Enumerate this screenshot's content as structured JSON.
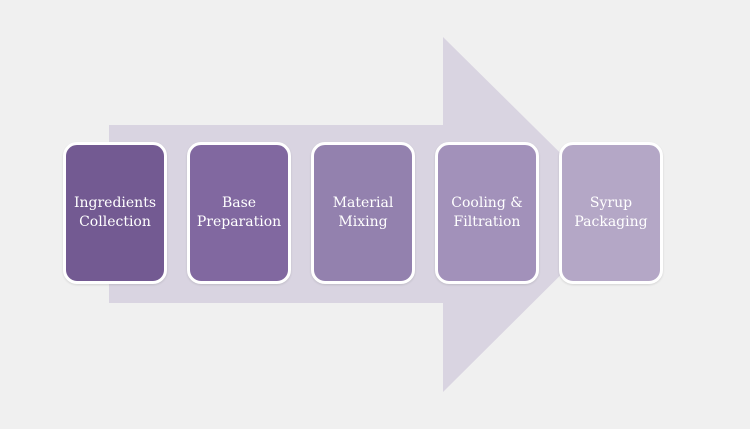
{
  "colors": {
    "background": "#f0f0f0",
    "arrow": "#d9d4e1",
    "step_border": "#ffffff",
    "step_text": "#ffffff"
  },
  "steps": [
    {
      "label": "Ingredients\nCollection",
      "color": "#735a92"
    },
    {
      "label": "Base\nPreparation",
      "color": "#8168a0"
    },
    {
      "label": "Material\nMixing",
      "color": "#9381ae"
    },
    {
      "label": "Cooling &\nFiltration",
      "color": "#a291ba"
    },
    {
      "label": "Syrup\nPackaging",
      "color": "#b4a7c6"
    }
  ]
}
